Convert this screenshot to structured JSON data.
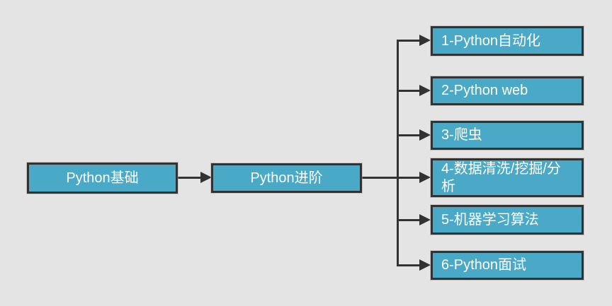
{
  "colors": {
    "background": "#e4e4e4",
    "node_fill": "#4aa9c7",
    "node_border": "#323232",
    "connector": "#333333",
    "text": "#ffffff"
  },
  "nodes": {
    "root": {
      "label": "Python基础"
    },
    "mid": {
      "label": "Python进阶"
    },
    "branches": [
      {
        "label": "1-Python自动化"
      },
      {
        "label": "2-Python web"
      },
      {
        "label": "3-爬虫"
      },
      {
        "label": "4-数据清洗/挖掘/分析"
      },
      {
        "label": "5-机器学习算法"
      },
      {
        "label": "6-Python面试"
      }
    ]
  }
}
